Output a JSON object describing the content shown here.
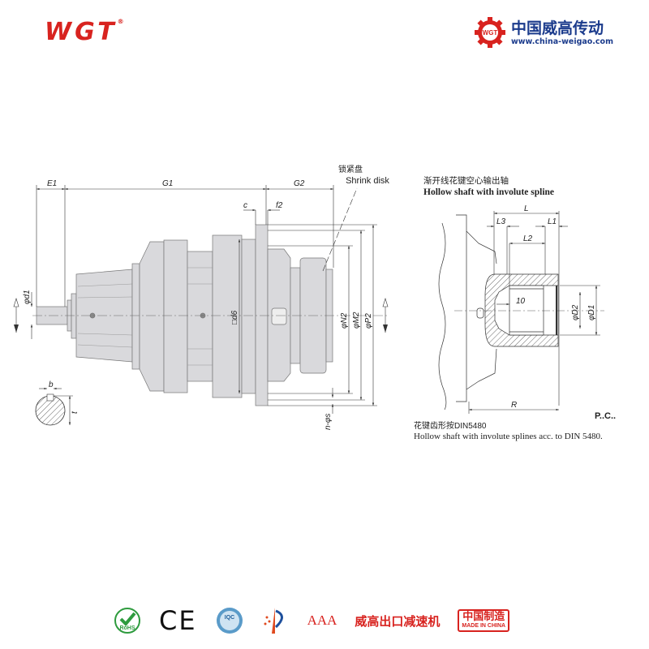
{
  "header": {
    "logo_text": "WGT",
    "brand_name_cn": "中国威高传动",
    "brand_url": "www.china-weigao.com",
    "gear_logo_text": "WGT"
  },
  "main_drawing": {
    "dims": {
      "E1": "E1",
      "G1": "G1",
      "G2": "G2",
      "c": "c",
      "f2": "f2",
      "d1": "φd1",
      "d6": "□d6",
      "N2": "φN2",
      "M2": "φM2",
      "P2": "φP2",
      "s": "n-φs",
      "b": "b",
      "t": "t"
    },
    "shrink_disk_cn": "锁紧盘",
    "shrink_disk_en": "Shrink disk"
  },
  "spline_detail": {
    "title_cn": "渐开线花键空心输出轴",
    "title_en": "Hollow shaft with involute spline",
    "dims": {
      "L": "L",
      "L1": "L1",
      "L2": "L2",
      "L3": "L3",
      "ten": "10",
      "D1": "φD1",
      "D2": "φD2",
      "R": "R"
    },
    "model": "P..C..",
    "note_cn": "花键齿形按DIN5480",
    "note_en": "Hollow shaft with involute splines acc. to DIN 5480."
  },
  "certifications": {
    "rohs": "RoHS",
    "ce": "CE",
    "iqc": "IQC",
    "aaa": "AAA",
    "export_cn": "威高出口减速机",
    "made_cn": "中国制造",
    "made_en": "MADE IN CHINA"
  },
  "colors": {
    "brand_red": "#d8231f",
    "brand_blue": "#1b3b8c",
    "body_gray": "#d9d9dc"
  }
}
